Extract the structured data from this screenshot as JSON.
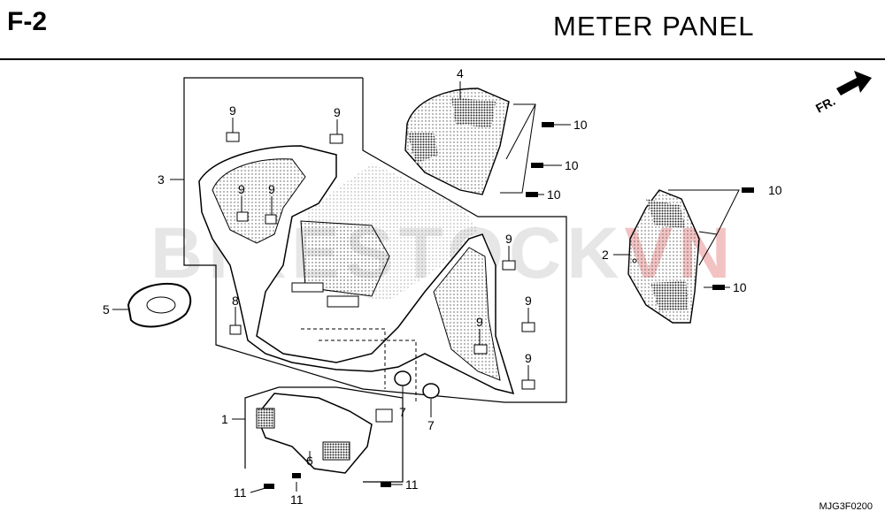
{
  "header": {
    "code": "F-2",
    "title": "METER  PANEL"
  },
  "footer": {
    "reference": "MJG3F0200"
  },
  "direction_marker": "FR.",
  "watermark": {
    "main": "BIKESTOCK",
    "suffix": "VN"
  },
  "callouts": {
    "c1": "1",
    "c2": "2",
    "c3": "3",
    "c4": "4",
    "c5": "5",
    "c6": "6",
    "c7a": "7",
    "c7b": "7",
    "c8": "8",
    "c9a": "9",
    "c9b": "9",
    "c9c": "9",
    "c9d": "9",
    "c9e": "9",
    "c9f": "9",
    "c9g": "9",
    "c9h": "9",
    "c10a": "10",
    "c10b": "10",
    "c10c": "10",
    "c10d": "10",
    "c10e": "10",
    "c11a": "11",
    "c11b": "11",
    "c11c": "11"
  }
}
